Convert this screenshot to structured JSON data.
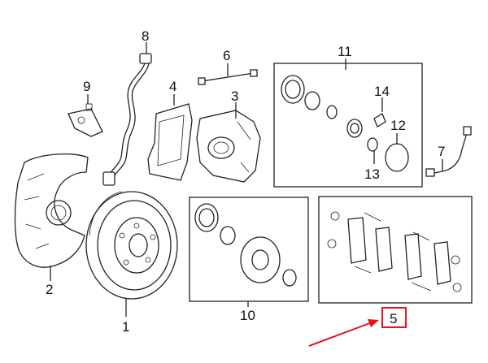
{
  "callouts": {
    "c1": "1",
    "c2": "2",
    "c3": "3",
    "c4": "4",
    "c5": "5",
    "c6": "6",
    "c7": "7",
    "c8": "8",
    "c9": "9",
    "c10": "10",
    "c11": "11",
    "c12": "12",
    "c13": "13",
    "c14": "14"
  },
  "highlight": {
    "color": "#e8141b"
  }
}
